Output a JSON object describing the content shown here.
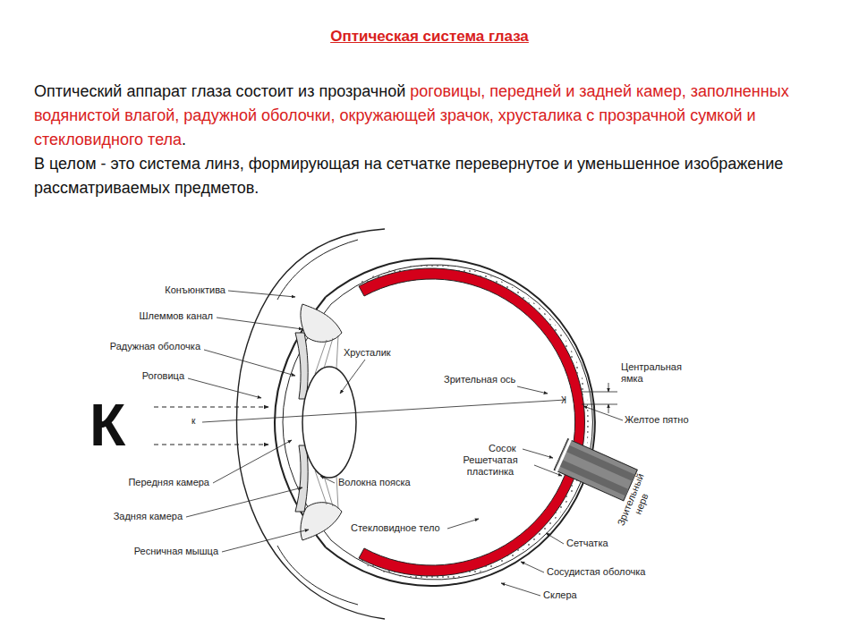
{
  "diagram": {
    "title": "Оптическая система глаза",
    "labels": [
      "Оптический аппарат глаза состоит из прозрачной",
      "роговицы, передней и задней камер, заполненных водянистой влагой, радужной оболочки, окружающей зрачок, хрусталика с прозрачной сумкой и стекловидного тела",
      ".",
      "В целом - это система линз, формирующая на сетчатке перевернутое и уменьшенное изображение рассматриваемых предметов.",
      "Конъюнктива",
      "Шлеммов канал",
      "Радужная оболочка",
      "Роговица",
      "К",
      "к",
      "Хрусталик",
      "Зрительная ось",
      "Центральная ямка",
      "Желтое пятно",
      "К",
      "Сосок",
      "Решетчатая пластинка",
      "Зрительный нерв",
      "Передняя камера",
      "Задняя камера",
      "Ресничная мышца",
      "Волокна пояска",
      "Стекловидное тело",
      "Сетчатка",
      "Сосудистая оболочка",
      "Склера"
    ]
  }
}
